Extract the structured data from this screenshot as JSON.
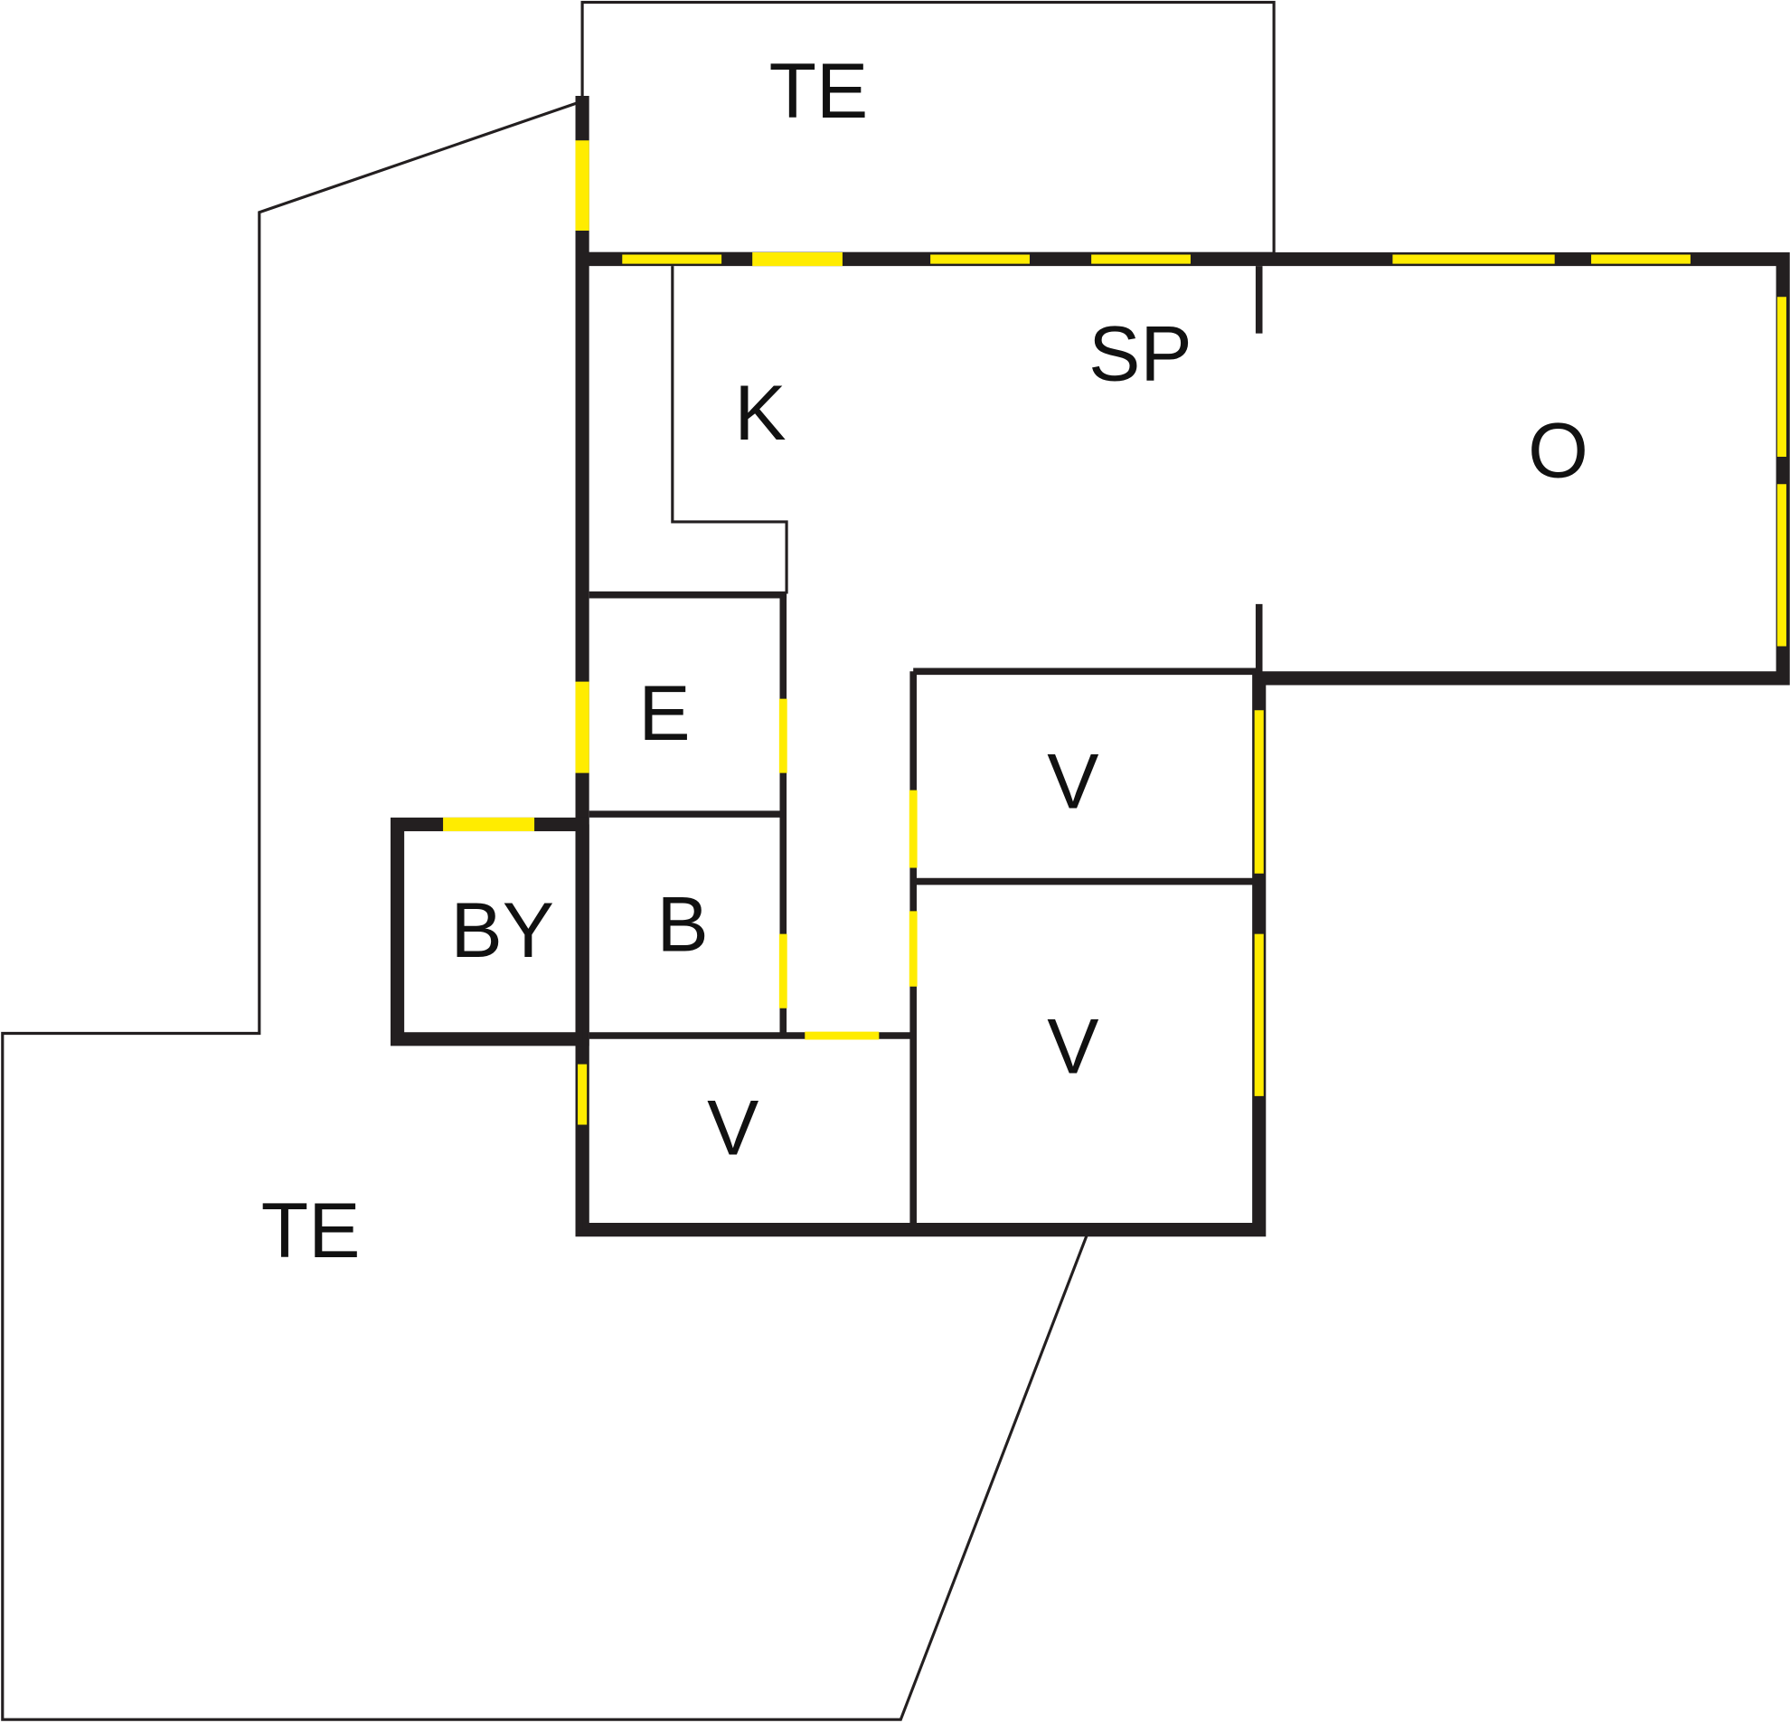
{
  "colors": {
    "wall": "#231f20",
    "window": "#ffec00",
    "background": "#ffffff"
  },
  "rooms": [
    {
      "id": "te-top",
      "label": "TE"
    },
    {
      "id": "sp",
      "label": "SP"
    },
    {
      "id": "k",
      "label": "K"
    },
    {
      "id": "o",
      "label": "O"
    },
    {
      "id": "e",
      "label": "E"
    },
    {
      "id": "v-upper",
      "label": "V"
    },
    {
      "id": "by",
      "label": "BY"
    },
    {
      "id": "b",
      "label": "B"
    },
    {
      "id": "v-lower-right",
      "label": "V"
    },
    {
      "id": "v-lower-left",
      "label": "V"
    },
    {
      "id": "te-bottom",
      "label": "TE"
    }
  ]
}
